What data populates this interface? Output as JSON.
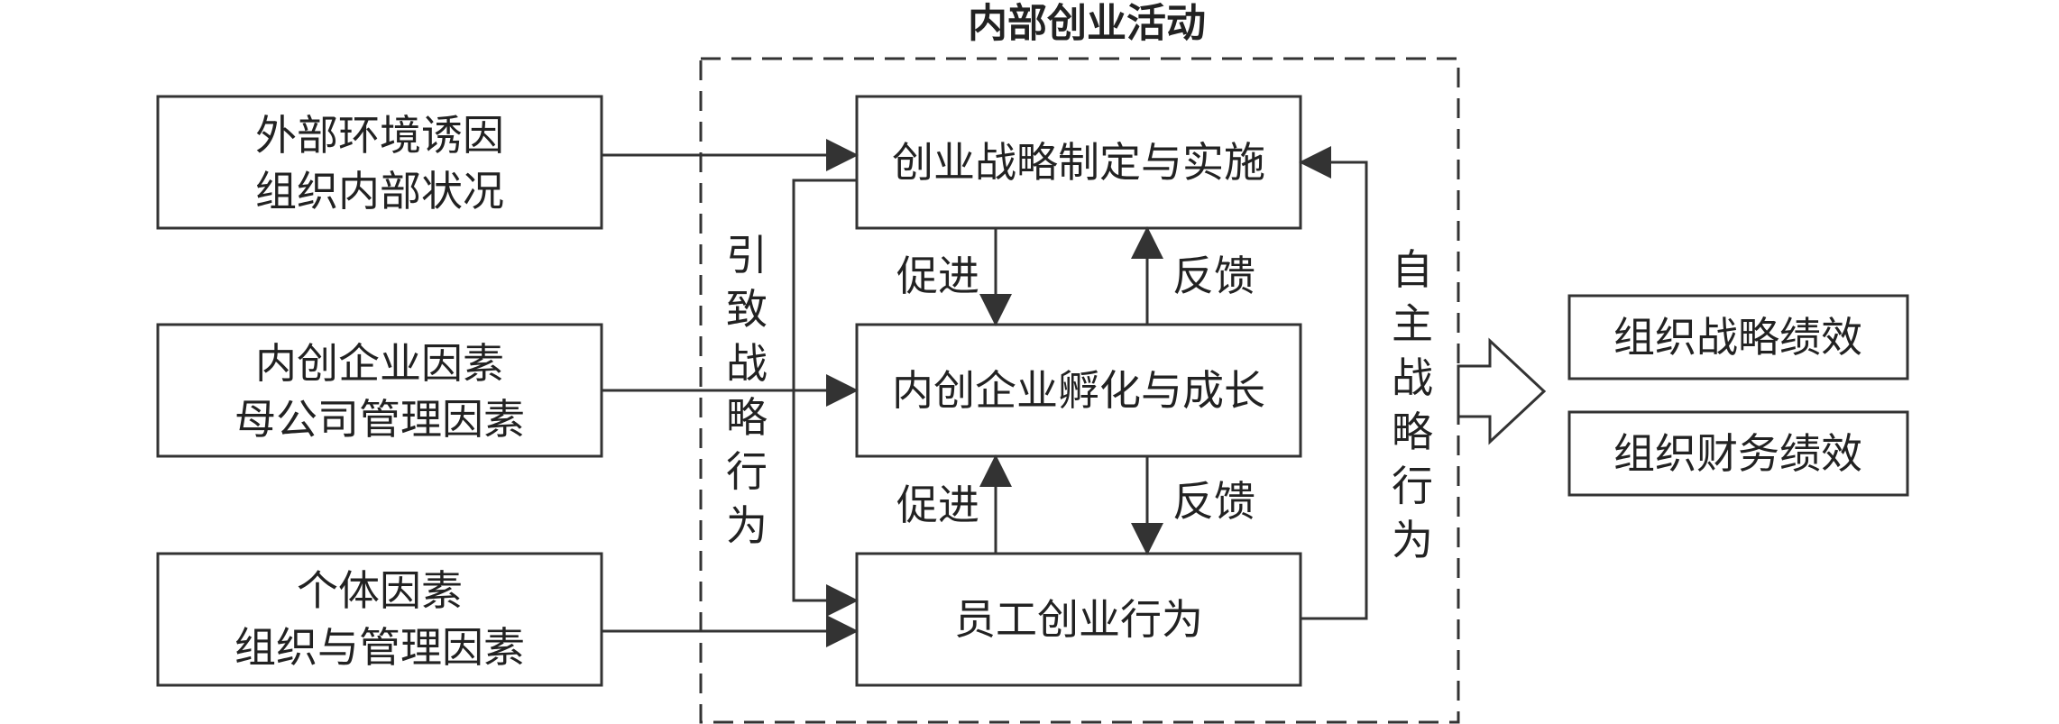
{
  "title": "内部创业活动",
  "inputs": [
    {
      "line1": "外部环境诱因",
      "line2": "组织内部状况"
    },
    {
      "line1": "内创企业因素",
      "line2": "母公司管理因素"
    },
    {
      "line1": "个体因素",
      "line2": "组织与管理因素"
    }
  ],
  "core": [
    "创业战略制定与实施",
    "内创企业孵化与成长",
    "员工创业行为"
  ],
  "edge_labels": {
    "promote_top": "促进",
    "feedback_top": "反馈",
    "promote_bottom": "促进",
    "feedback_bottom": "反馈"
  },
  "side_labels": {
    "induced": [
      "引",
      "致",
      "战",
      "略",
      "行",
      "为"
    ],
    "autonomous": [
      "自",
      "主",
      "战",
      "略",
      "行",
      "为"
    ]
  },
  "outcomes": [
    "组织战略绩效",
    "组织财务绩效"
  ]
}
